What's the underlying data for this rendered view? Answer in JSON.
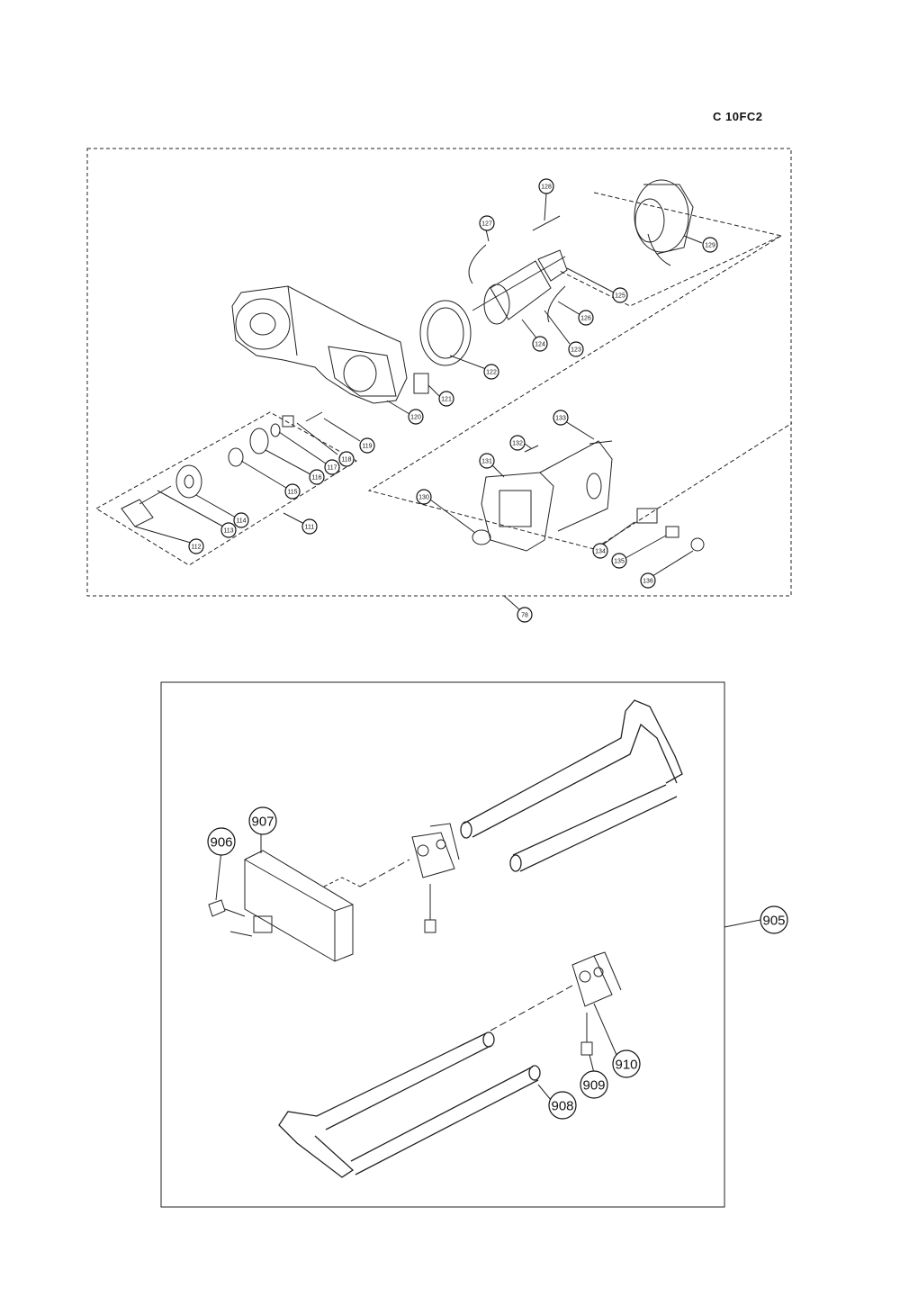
{
  "model_code": "C 10FC2",
  "upper_diagram": {
    "assembly_callout": "78",
    "callouts": [
      "111",
      "112",
      "113",
      "114",
      "115",
      "116",
      "117",
      "118",
      "119",
      "120",
      "121",
      "122",
      "123",
      "124",
      "125",
      "126",
      "127",
      "128",
      "129",
      "130",
      "131",
      "132",
      "133",
      "134",
      "135",
      "136"
    ]
  },
  "lower_diagram": {
    "assembly_callout": "905",
    "callouts": [
      "906",
      "907",
      "908",
      "909",
      "910"
    ]
  }
}
